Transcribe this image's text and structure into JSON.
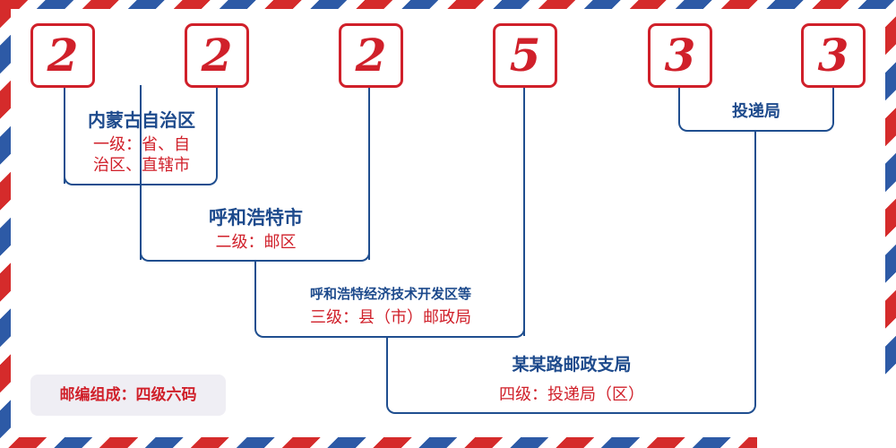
{
  "digits": [
    "2",
    "2",
    "2",
    "5",
    "3",
    "3"
  ],
  "levels": {
    "level1": {
      "name": "内蒙古自治区",
      "desc_line1": "一级：省、自",
      "desc_line2": "治区、直辖市"
    },
    "level2": {
      "name": "呼和浩特市",
      "desc": "二级：邮区"
    },
    "level3": {
      "name": "呼和浩特经济技术开发区等",
      "desc": "三级：县（市）邮政局"
    },
    "level4": {
      "name": "某某路邮政支局",
      "desc": "四级：投递局（区）"
    },
    "delivery": {
      "name": "投递局"
    }
  },
  "legend": "邮编组成：四级六码",
  "colors": {
    "red": "#d0202a",
    "blue": "#1d4a8c",
    "legend_bg": "#efeef4"
  }
}
